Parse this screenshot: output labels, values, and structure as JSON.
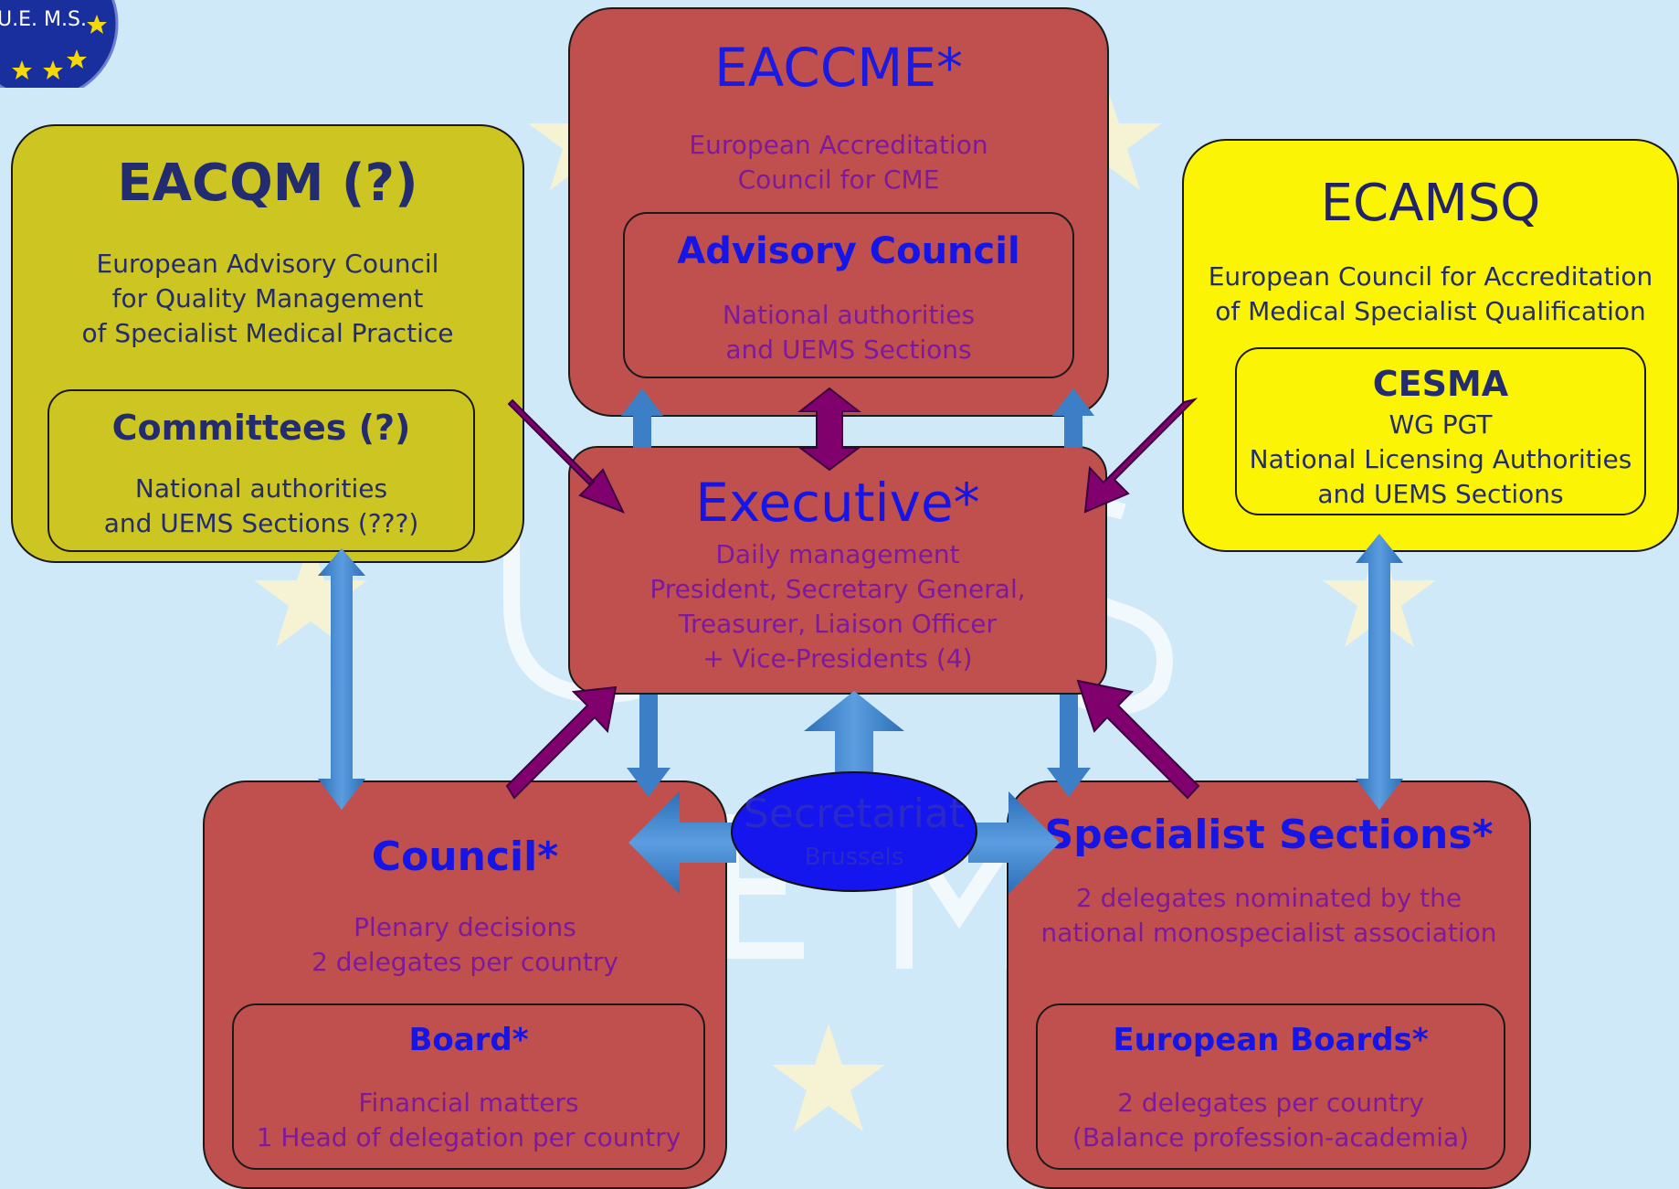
{
  "logo": {
    "text": "U.E. M.S."
  },
  "eacqm": {
    "title": "EACQM (?)",
    "desc": [
      "European Advisory Council",
      "for Quality Management",
      "of Specialist Medical Practice"
    ],
    "inner_title": "Committees (?)",
    "inner_desc": [
      "National authorities",
      "and UEMS Sections (???)"
    ]
  },
  "eaccme": {
    "title": "EACCME*",
    "desc": [
      "European Accreditation",
      "Council for CME"
    ],
    "inner_title": "Advisory Council",
    "inner_desc": [
      "National authorities",
      "and UEMS Sections"
    ]
  },
  "ecamsq": {
    "title": "ECAMSQ",
    "desc": [
      "European Council for Accreditation",
      "of Medical Specialist Qualification"
    ],
    "inner_title": "CESMA",
    "inner_desc": [
      "WG PGT",
      "National Licensing Authorities",
      "and UEMS Sections"
    ]
  },
  "executive": {
    "title": "Executive*",
    "desc": [
      "Daily management",
      "President, Secretary General,",
      "Treasurer, Liaison Officer",
      "+ Vice-Presidents (4)"
    ]
  },
  "council": {
    "title": "Council*",
    "desc": [
      "Plenary decisions",
      "2 delegates per country"
    ],
    "inner_title": "Board*",
    "inner_desc": [
      "Financial matters",
      "1 Head of delegation per country"
    ]
  },
  "sections": {
    "title": "Specialist Sections*",
    "desc": [
      "2 delegates nominated by the",
      "national monospecialist association"
    ],
    "inner_title": "European Boards*",
    "inner_desc": [
      "2 delegates per country",
      "(Balance profession-academia)"
    ]
  },
  "secretariat": {
    "title": "Secretariat",
    "subtitle": "Brussels"
  },
  "colors": {
    "background": "#cfe9f9",
    "red_box": "#c0504d",
    "olive_box": "#cdc522",
    "yellow_box": "#fbf404",
    "purple_arrow": "#80006e",
    "blue_arrow": "#3d7fc7",
    "secretariat_fill": "#1515ee"
  }
}
